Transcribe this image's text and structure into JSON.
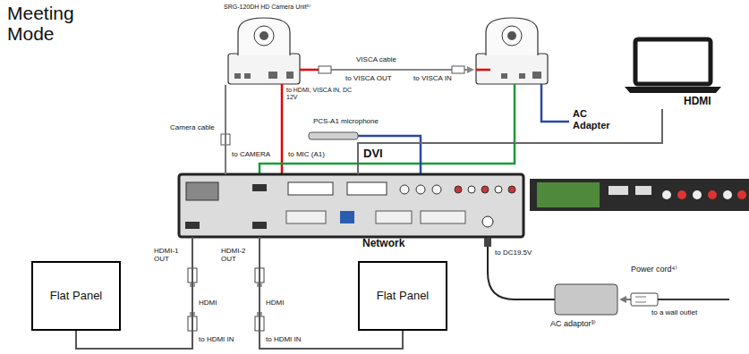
{
  "diagram": {
    "title": "Meeting Mode",
    "nodes": [
      {
        "text": [
          "SRG-120DH HD Camera Unit⁵⁾"
        ]
      },
      {
        "text": [
          "HDMI"
        ]
      },
      {
        "text": [
          "DVI"
        ]
      },
      {
        "text": [
          "Flat Panel"
        ]
      },
      {
        "text": [
          "Flat Panel"
        ]
      }
    ],
    "edges": [
      {
        "from": 0,
        "to": 2,
        "arrow": "none"
      },
      {
        "from": 1,
        "to": 2,
        "arrow": "none"
      },
      {
        "from": 2,
        "to": 3,
        "arrow": "none"
      },
      {
        "from": 2,
        "to": 4,
        "arrow": "none"
      }
    ],
    "labels": [
      "VISCA cable",
      "to VISCA OUT",
      "to VISCA IN",
      "to HDMI, VISCA IN, DC 12V",
      "PCS-A1 microphone",
      "Camera cable",
      "to CAMERA",
      "to MIC (A1)",
      "AC Adapter",
      "Network",
      "HDMI-1 OUT",
      "HDMI-2 OUT",
      "HDMI",
      "HDMI",
      "to HDMI IN",
      "to HDMI IN",
      "to DC19.5V",
      "Power cord⁴⁾",
      "AC adaptor³⁾",
      "to a wall outlet"
    ]
  }
}
